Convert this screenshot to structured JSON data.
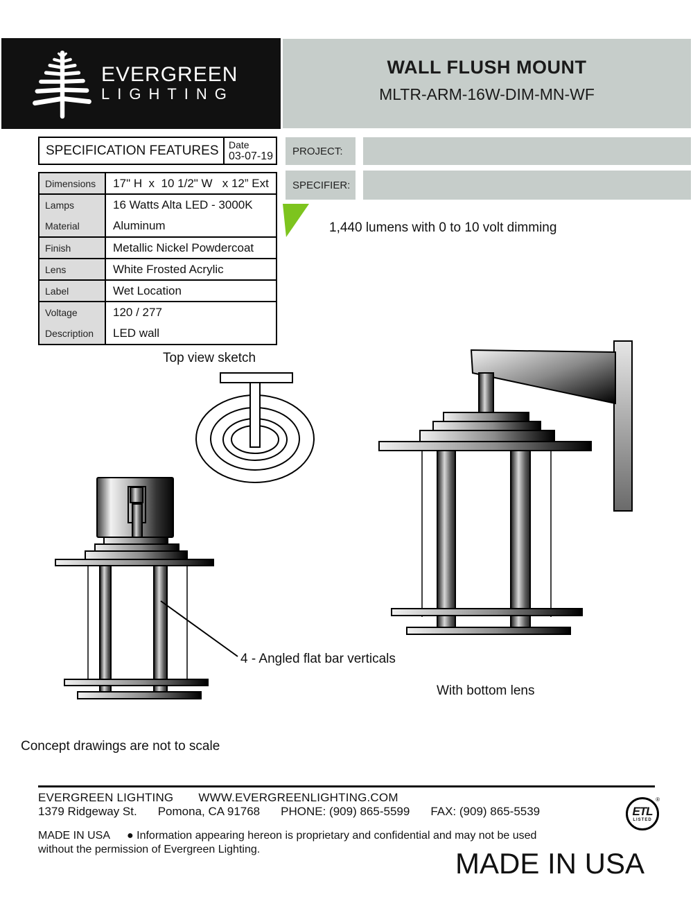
{
  "logo": {
    "line1": "EVERGREEN",
    "line2": "LIGHTING"
  },
  "header": {
    "title": "WALL FLUSH MOUNT",
    "model": "MLTR-ARM-16W-DIM-MN-WF"
  },
  "spec_header": {
    "title": "SPECIFICATION FEATURES",
    "date_label": "Date",
    "date_value": "03-07-19"
  },
  "spec_table": {
    "groups": [
      {
        "labels": [
          "Dimensions"
        ],
        "values": [
          "17\" H  x  10 1/2\" W   x 12” Ext"
        ]
      },
      {
        "labels": [
          "Lamps",
          "Material"
        ],
        "values": [
          "16 Watts Alta LED - 3000K",
          "Aluminum"
        ]
      },
      {
        "labels": [
          "Finish"
        ],
        "values": [
          "Metallic Nickel Powdercoat"
        ]
      },
      {
        "labels": [
          "Lens"
        ],
        "values": [
          "White Frosted Acrylic"
        ]
      },
      {
        "labels": [
          "Label"
        ],
        "values": [
          "Wet Location"
        ]
      },
      {
        "labels": [
          "Voltage",
          "Description"
        ],
        "values": [
          "120 / 277",
          "LED wall"
        ]
      }
    ]
  },
  "project": {
    "label": "PROJECT:",
    "value": ""
  },
  "specifier": {
    "label": "SPECIFIER:",
    "value": ""
  },
  "highlight": {
    "text": "1,440 lumens with 0 to 10 volt dimming",
    "triangle_color": "#7DC41E"
  },
  "drawings": {
    "top_view_label": "Top view sketch",
    "annotation": "4 - Angled flat bar verticals",
    "bottom_lens_label": "With bottom lens",
    "note": "Concept drawings are not to scale"
  },
  "footer": {
    "company": "EVERGREEN LIGHTING",
    "website": "WWW.EVERGREENLIGHTING.COM",
    "address": "1379 Ridgeway St.",
    "city": "Pomona, CA 91768",
    "phone": "PHONE: (909) 865-5599",
    "fax": "FAX: (909) 865-5539",
    "made_in": "MADE IN USA",
    "disclaimer": "● Information appearing hereon is proprietary and confidential and may not be used without the permission of Evergreen Lighting.",
    "etl_top": "ETL",
    "etl_bottom": "LISTED",
    "made_in_large": "MADE IN USA"
  }
}
